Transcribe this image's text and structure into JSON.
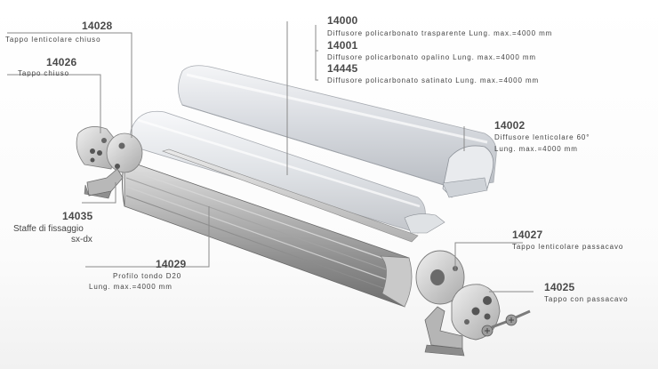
{
  "labels": {
    "p14028": {
      "code": "14028",
      "desc": "Tappo lenticolare chiuso"
    },
    "p14026": {
      "code": "14026",
      "desc": "Tappo chiuso"
    },
    "p14035": {
      "code": "14035",
      "desc_line1": "Staffe di fissaggio",
      "desc_line2": "sx-dx"
    },
    "p14029": {
      "code": "14029",
      "desc_line1": "Profilo tondo D20",
      "desc_line2": "Lung. max.=4000 mm"
    },
    "p14000": {
      "code": "14000",
      "desc": "Diffusore policarbonato trasparente Lung. max.=4000 mm"
    },
    "p14001": {
      "code": "14001",
      "desc": "Diffusore policarbonato opalino Lung. max.=4000 mm"
    },
    "p14445": {
      "code": "14445",
      "desc": "Diffusore policarbonato satinato Lung. max.=4000 mm"
    },
    "p14002": {
      "code": "14002",
      "desc_line1": "Diffusore lenticolare 60°",
      "desc_line2": "Lung. max.=4000 mm"
    },
    "p14027": {
      "code": "14027",
      "desc": "Tappo lenticolare passacavo"
    },
    "p14025": {
      "code": "14025",
      "desc": "Tappo con passacavo"
    }
  },
  "colors": {
    "leader_line": "#8a8a8a",
    "profile_gray": "#9a9a9a",
    "diffuser_light": "#e4e6ea"
  }
}
